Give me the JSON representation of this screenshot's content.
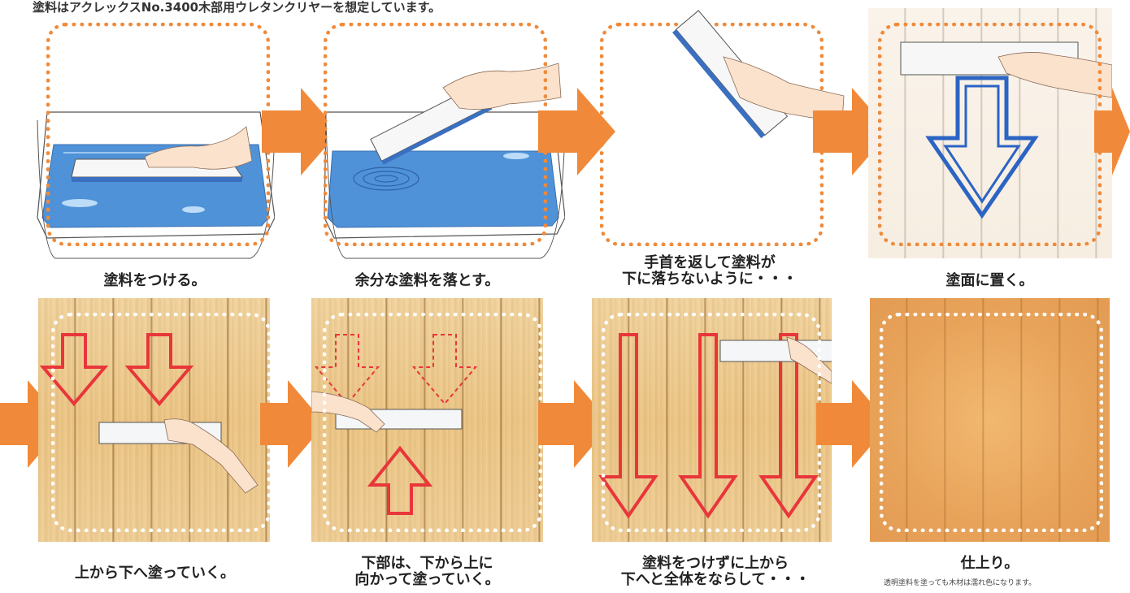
{
  "header": "塗料はアクレックスNo.3400木部用ウレタンクリヤーを想定しています。",
  "steps": [
    {
      "caption_lines": [
        "塗料をつける。"
      ]
    },
    {
      "caption_lines": [
        "余分な塗料を落とす。"
      ]
    },
    {
      "caption_lines": [
        "手首を返して塗料が",
        "下に落ちないように・・・"
      ]
    },
    {
      "caption_lines": [
        "塗面に置く。"
      ]
    },
    {
      "caption_lines": [
        "上から下へ塗っていく。"
      ]
    },
    {
      "caption_lines": [
        "下部は、下から上に",
        "向かって塗っていく。"
      ]
    },
    {
      "caption_lines": [
        "塗料をつけずに上から",
        "下へと全体をならして・・・"
      ]
    },
    {
      "caption_lines": [
        "仕上り。"
      ]
    }
  ],
  "note": "透明塗料を塗っても木材は濡れ色になります。",
  "colors": {
    "orange_arrow": "#f08a3a",
    "red_arrow": "#e8363a",
    "blue_arrow": "#2c64c4",
    "paint_blue": "#4f92d8"
  }
}
